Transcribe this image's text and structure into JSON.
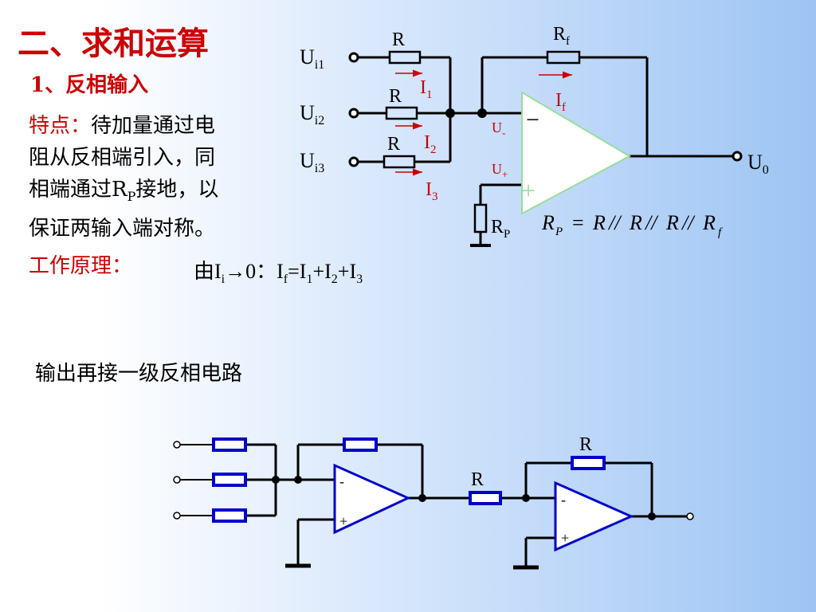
{
  "title": "二、求和运算",
  "subtitle": "1、反相输入",
  "feature": {
    "label": "特点：",
    "line1": "待加量通过电",
    "line2": "阻从反相端引入，同",
    "line3a": "相端通过R",
    "line3sub": "P",
    "line3b": "接地，以",
    "line4": "保证两输入端对称。"
  },
  "principle": {
    "label": "工作原理：",
    "formula_prefix": "由I",
    "formula_sub_i": "i",
    "formula_mid": "→0：I",
    "formula_sub_f": "f",
    "formula_eq": "=I",
    "s1": "1",
    "plus1": "+I",
    "s2": "2",
    "plus2": "+I",
    "s3": "3"
  },
  "circuit1": {
    "inputs": [
      {
        "label": "U",
        "sub": "i1"
      },
      {
        "label": "U",
        "sub": "i2"
      },
      {
        "label": "U",
        "sub": "i3"
      }
    ],
    "resistor_labels": [
      "R",
      "R",
      "R"
    ],
    "currents": [
      {
        "label": "I",
        "sub": "1"
      },
      {
        "label": "I",
        "sub": "2"
      },
      {
        "label": "I",
        "sub": "3"
      }
    ],
    "rf_label": "R",
    "rf_sub": "f",
    "if_label": "I",
    "if_sub": "f",
    "uminus_label": "U",
    "uminus_sub": "-",
    "uplus_label": "U",
    "uplus_sub": "+",
    "minus_sign": "−",
    "plus_sign": "+",
    "output_label": "U",
    "output_sub": "0",
    "rp_label": "R",
    "rp_sub": "P",
    "rp_formula": "R_P = R // R // R // R_f"
  },
  "section2": "输出再接一级反相电路",
  "circuit2": {
    "r_label_mid": "R",
    "r_label_feedback": "R",
    "amp1_minus": "-",
    "amp1_plus": "+",
    "amp2_minus": "-",
    "amp2_plus": "+"
  },
  "colors": {
    "title_red": "#cc0000",
    "amp_fill": "#ffffff",
    "amp_stroke_top": "#99dd99",
    "amp_stroke_bottom": "#0000cc",
    "arrow_red": "#cc0000",
    "resistor_blue": "#0000cc"
  }
}
